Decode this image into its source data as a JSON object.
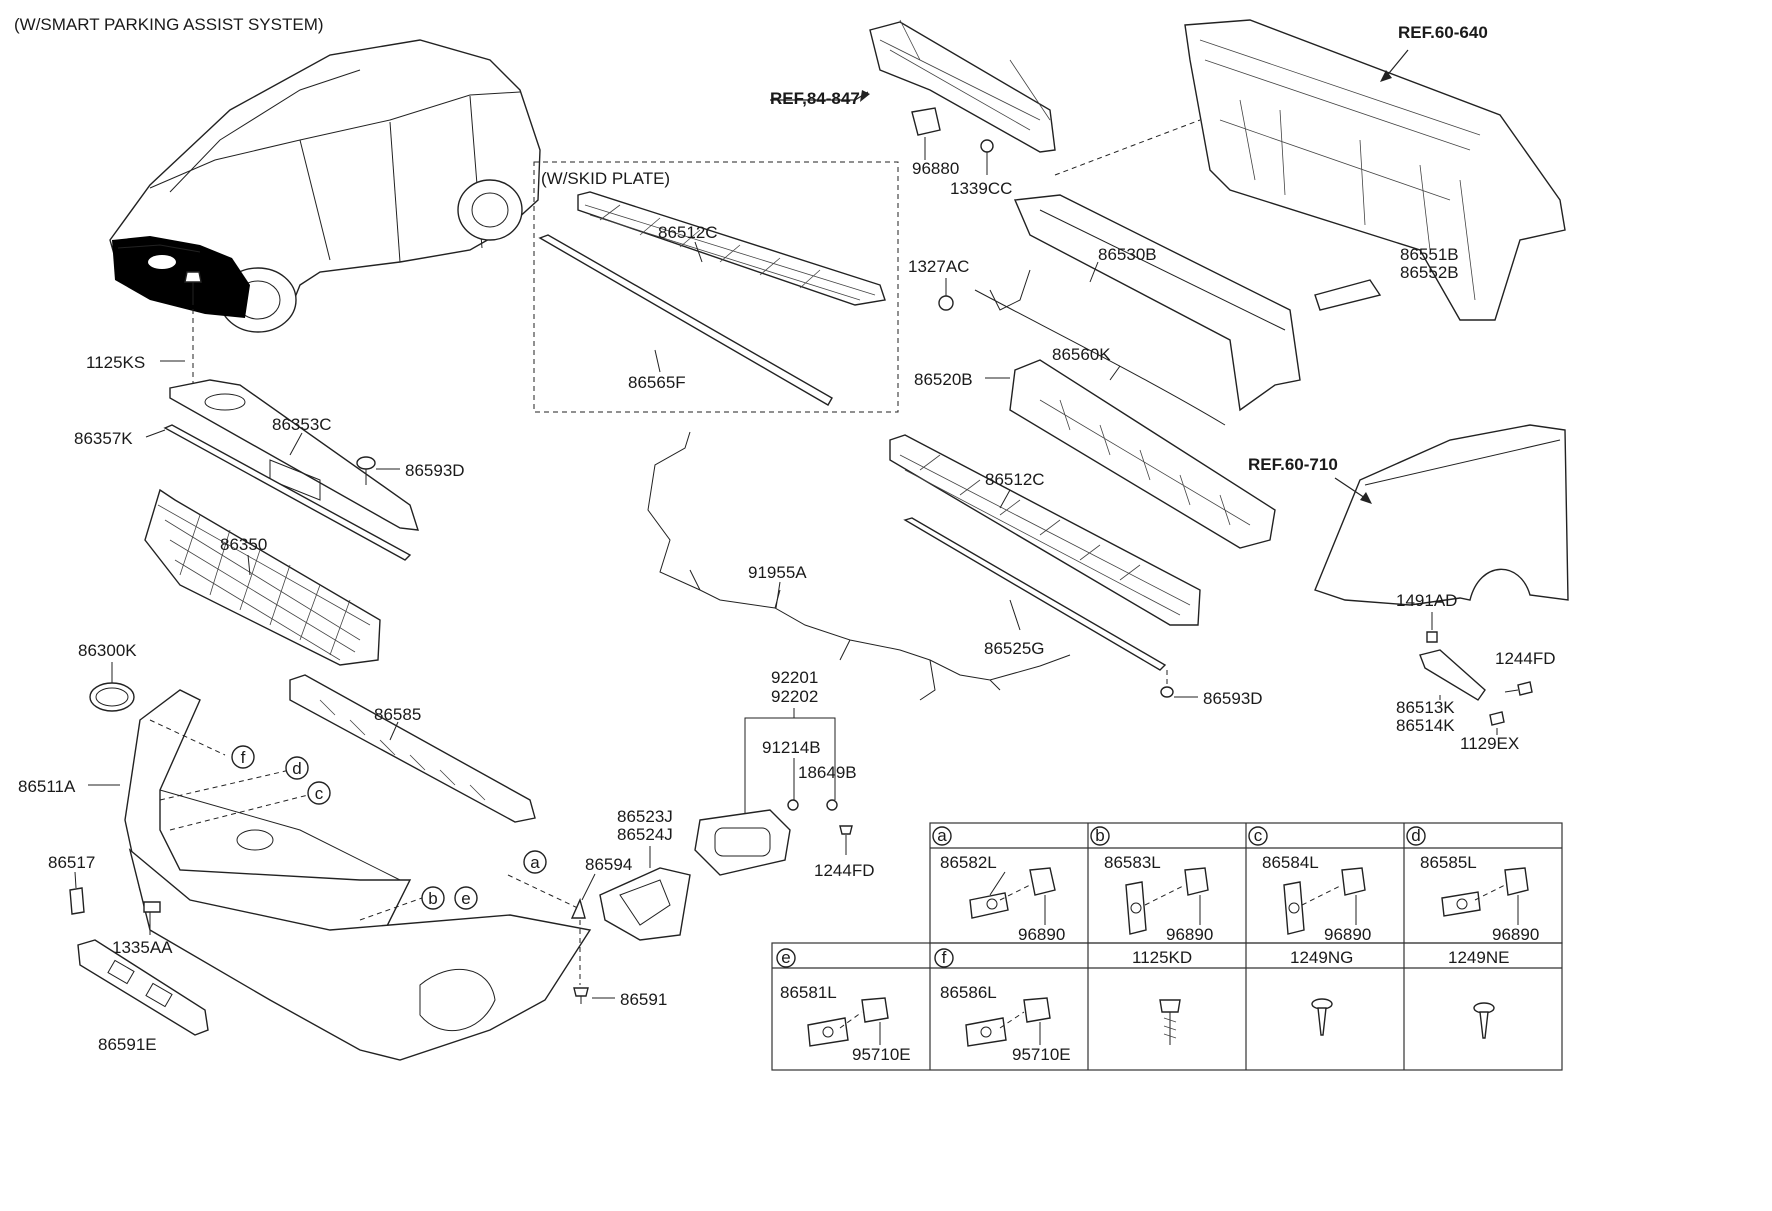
{
  "headers": {
    "smart_parking": "(W/SMART PARKING ASSIST SYSTEM)",
    "skid_plate": "(W/SKID PLATE)"
  },
  "refs": {
    "ref_84_847": "REF,84-847",
    "ref_60_640": "REF.60-640",
    "ref_60_710": "REF.60-710"
  },
  "parts": {
    "p1125ks": "1125KS",
    "p86357k": "86357K",
    "p86353c": "86353C",
    "p86593d_top": "86593D",
    "p86350": "86350",
    "p86300k": "86300K",
    "p86511a": "86511A",
    "p86517": "86517",
    "p1335aa": "1335AA",
    "p86591e": "86591E",
    "p86585": "86585",
    "p86512c_skid": "86512C",
    "p86565f": "86565F",
    "p91955a": "91955A",
    "p92201": "92201",
    "p92202": "92202",
    "p91214b": "91214B",
    "p18649b": "18649B",
    "p86523j": "86523J",
    "p86524j": "86524J",
    "p1244fd_lamp": "1244FD",
    "p86594": "86594",
    "p86591": "86591",
    "p96880": "96880",
    "p1339cc": "1339CC",
    "p1327ac": "1327AC",
    "p86530b": "86530B",
    "p86560k": "86560K",
    "p86520b": "86520B",
    "p86512c": "86512C",
    "p86525g": "86525G",
    "p86593d_bottom": "86593D",
    "p86551b": "86551B",
    "p86552b": "86552B",
    "p1491ad": "1491AD",
    "p1244fd_fender": "1244FD",
    "p86513k": "86513K",
    "p86514k": "86514K",
    "p1129ex": "1129EX"
  },
  "callouts": {
    "a": "a",
    "b": "b",
    "c": "c",
    "d": "d",
    "e": "e",
    "f": "f"
  },
  "legend": {
    "cells": [
      {
        "key": "a",
        "bracket": "86582L",
        "sensor": "96890"
      },
      {
        "key": "b",
        "bracket": "86583L",
        "sensor": "96890"
      },
      {
        "key": "c",
        "bracket": "86584L",
        "sensor": "96890"
      },
      {
        "key": "d",
        "bracket": "86585L",
        "sensor": "96890"
      },
      {
        "key": "e",
        "bracket": "86581L",
        "sensor": "95710E"
      },
      {
        "key": "f",
        "bracket": "86586L",
        "sensor": "95710E"
      }
    ],
    "hardware": [
      "1125KD",
      "1249NG",
      "1249NE"
    ]
  }
}
